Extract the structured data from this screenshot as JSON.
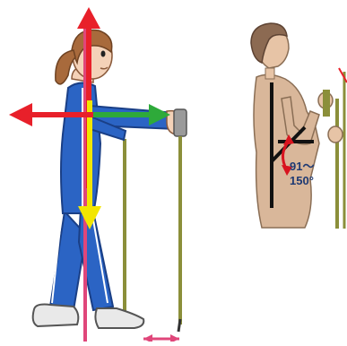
{
  "illustration": {
    "left_figure": "woman-standing-with-walking-poles",
    "right_figure": "woman-arm-angle-with-pole",
    "angle_label": "91～\n150°",
    "colors": {
      "vertical_arrow_red": "#e8202a",
      "vertical_arrow_yellow": "#f2e600",
      "horizontal_arrow_red": "#e8202a",
      "horizontal_arrow_green": "#2eaa3a",
      "ground_line_pink": "#e0467a",
      "tracksuit_blue": "#2b64c4",
      "shirt_beige": "#d9b79a",
      "angle_arrow_red": "#d8141f",
      "label_navy": "#1f3a73"
    }
  }
}
